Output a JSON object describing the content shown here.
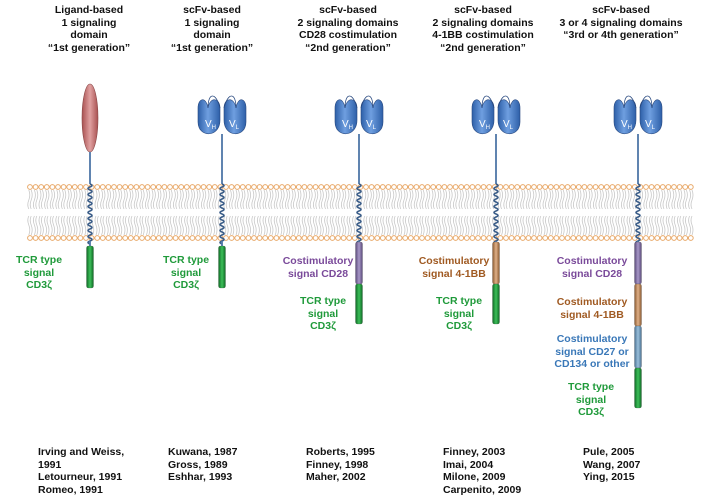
{
  "columns": [
    {
      "id": "ligand",
      "header": [
        "Ligand-based",
        "1 signaling",
        "domain",
        "“1st generation”"
      ],
      "signals": [
        {
          "lines": [
            "TCR type",
            "signal",
            "CD3ζ"
          ],
          "color": "green"
        }
      ],
      "refs": [
        "Irving and Weiss,",
        "1991",
        "Letourneur, 1991",
        "Romeo, 1991"
      ]
    },
    {
      "id": "scfv-1",
      "header": [
        "scFv-based",
        "1 signaling",
        "domain",
        "“1st generation”"
      ],
      "signals": [
        {
          "lines": [
            "TCR type",
            "signal",
            "CD3ζ"
          ],
          "color": "green"
        }
      ],
      "refs": [
        "Kuwana, 1987",
        "Gross, 1989",
        "Eshhar, 1993"
      ]
    },
    {
      "id": "scfv-cd28",
      "header": [
        "scFv-based",
        "2 signaling domains",
        "CD28 costimulation",
        "“2nd generation”"
      ],
      "signals": [
        {
          "lines": [
            "Costimulatory",
            "signal CD28"
          ],
          "color": "purple"
        },
        {
          "lines": [
            "TCR type",
            "signal",
            "CD3ζ"
          ],
          "color": "green"
        }
      ],
      "refs": [
        "Roberts, 1995",
        "Finney, 1998",
        "Maher, 2002"
      ]
    },
    {
      "id": "scfv-41bb",
      "header": [
        "scFv-based",
        "2 signaling domains",
        "4-1BB costimulation",
        "“2nd generation”"
      ],
      "signals": [
        {
          "lines": [
            "Costimulatory",
            "signal 4-1BB"
          ],
          "color": "brown"
        },
        {
          "lines": [
            "TCR type",
            "signal",
            "CD3ζ"
          ],
          "color": "green"
        }
      ],
      "refs": [
        "Finney,  2003",
        "Imai, 2004",
        "Milone, 2009",
        "Carpenito, 2009"
      ]
    },
    {
      "id": "scfv-3rd",
      "header": [
        "scFv-based",
        "3 or 4 signaling domains",
        "“3rd or 4th generation”"
      ],
      "signals": [
        {
          "lines": [
            "Costimulatory",
            "signal CD28"
          ],
          "color": "purple"
        },
        {
          "lines": [
            "Costimulatory",
            "signal 4-1BB"
          ],
          "color": "brown"
        },
        {
          "lines": [
            "Costimulatory",
            "signal CD27 or",
            "CD134 or other"
          ],
          "color": "blue"
        },
        {
          "lines": [
            "TCR type",
            "signal",
            "CD3ζ"
          ],
          "color": "green"
        }
      ],
      "refs": [
        "Pule, 2005",
        "Wang, 2007",
        "Ying, 2015"
      ]
    }
  ],
  "domain_labels": {
    "vh": "V",
    "vh_sub": "H",
    "vl": "V",
    "vl_sub": "L"
  },
  "colors": {
    "membrane_head": "#e8a868",
    "membrane_tail": "#c8c8c8",
    "scfv": "#4a7fc6",
    "ligand": "#c87878",
    "cd3z": "#1f9a3a",
    "cd28": "#8a6aa8",
    "4-1bb": "#c88a58",
    "other": "#6a98c0"
  }
}
